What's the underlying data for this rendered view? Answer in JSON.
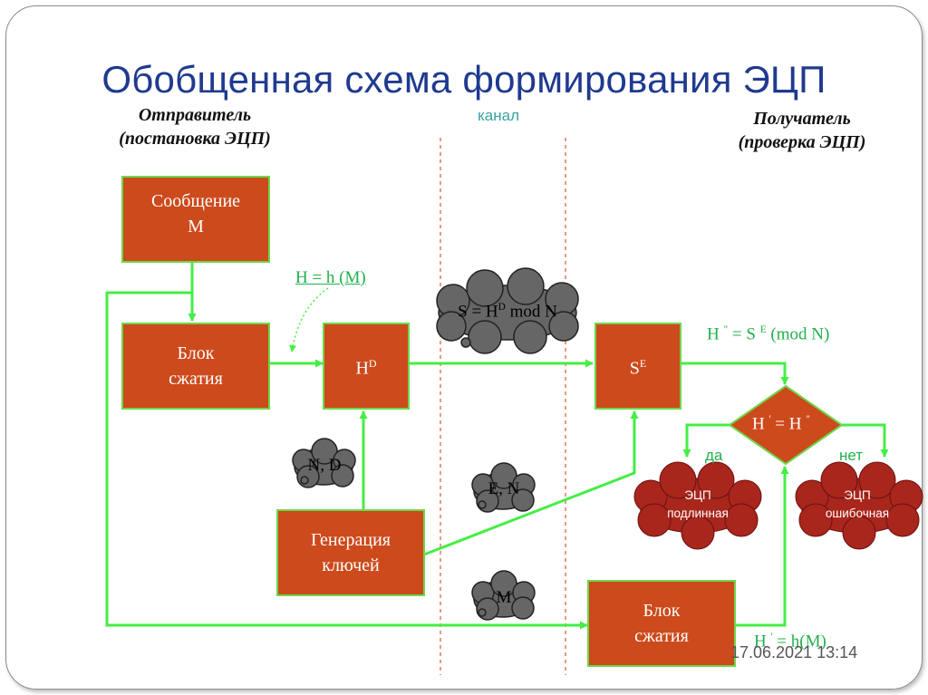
{
  "title": "Обобщенная схема формирования ЭЦП",
  "sender": {
    "line1": "Отправитель",
    "line2": "(постановка ЭЦП)"
  },
  "channel": "канал",
  "receiver": {
    "line1": "Получатель",
    "line2": "(проверка ЭЦП)"
  },
  "boxes": {
    "message": {
      "line1": "Сообщение",
      "line2": "М"
    },
    "compress1": {
      "line1": "Блок",
      "line2": "сжатия"
    },
    "hd": {
      "base": "H",
      "sup": "D"
    },
    "se": {
      "base": "S",
      "sup": "E"
    },
    "keygen": {
      "line1": "Генерация",
      "line2": "ключей"
    },
    "compress2": {
      "line1": "Блок",
      "line2": "сжатия"
    }
  },
  "labels": {
    "hash": "H = h (M)",
    "verify_base": "H ",
    "verify_sup1": "\"",
    "verify_mid": " = S ",
    "verify_sup2": "E",
    "verify_tail": " (mod N)",
    "compare_a": "H ",
    "compare_sup1": "'",
    "compare_b": " = H ",
    "compare_sup2": "\"",
    "yes": "да",
    "no": "нет",
    "hprime_a": "H ",
    "hprime_sup": "'",
    "hprime_b": " = h(M)"
  },
  "clouds": {
    "signature_a": "S = H",
    "signature_sup": "D",
    "signature_b": " mod N",
    "private_key": "N, D",
    "public_key": "E, N",
    "message": "M"
  },
  "results": {
    "valid": {
      "line1": "ЭЦП",
      "line2": "подлинная"
    },
    "invalid": {
      "line1": "ЭЦП",
      "line2": "ошибочная"
    }
  },
  "timestamp": "17.06.2021 13:14",
  "colors": {
    "box_fill": "#cc4a1c",
    "arrow": "#44ee44",
    "title": "#1f3a8f",
    "result_fill": "#a8261c",
    "cloud_fill": "#666666"
  }
}
